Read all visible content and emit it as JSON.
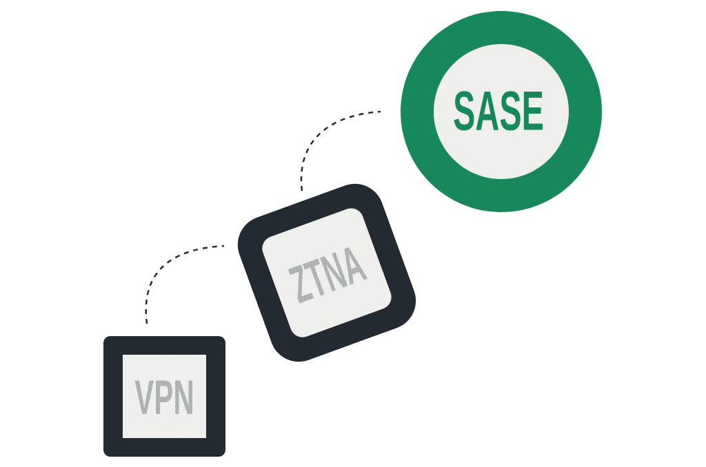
{
  "diagram": {
    "nodes": [
      {
        "id": "vpn",
        "label": "VPN",
        "shape": "rounded-square",
        "frame_color": "#232a32",
        "text_color": "#9aa19c"
      },
      {
        "id": "ztna",
        "label": "ZTNA",
        "shape": "rounded-square-tilted",
        "frame_color": "#232a32",
        "text_color": "#9aa19c"
      },
      {
        "id": "sase",
        "label": "SASE",
        "shape": "ring",
        "frame_color": "#17875c",
        "text_color": "#17875c"
      }
    ],
    "edges": [
      {
        "from": "vpn",
        "to": "ztna",
        "style": "dashed"
      },
      {
        "from": "ztna",
        "to": "sase",
        "style": "dashed"
      }
    ],
    "colors": {
      "panel_fill": "#f3f3f1",
      "dark_frame": "#232a32",
      "brand_green": "#17875c",
      "faded_text": "#9aa19c",
      "connector": "#232a32"
    }
  }
}
